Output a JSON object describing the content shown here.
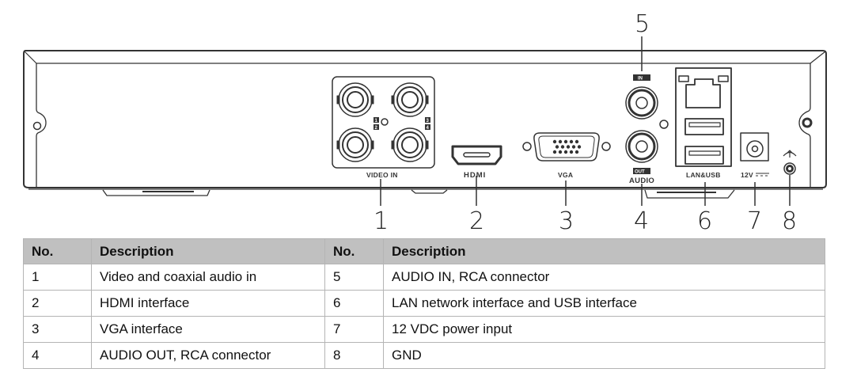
{
  "diagram": {
    "title": "Rear panel",
    "port_labels": {
      "video_in": "VIDEO IN",
      "hdmi": "HDMI",
      "vga": "VGA",
      "audio": "AUDIO",
      "audio_in_tag": "IN",
      "audio_out_tag": "OUT",
      "lan_usb": "LAN&USB",
      "power": "12V",
      "bnc_numbers": [
        "1",
        "2",
        "3",
        "4"
      ]
    },
    "callouts": [
      "1",
      "2",
      "3",
      "4",
      "5",
      "6",
      "7",
      "8"
    ]
  },
  "table": {
    "headers": [
      "No.",
      "Description",
      "No.",
      "Description"
    ],
    "rows": [
      {
        "no_a": "1",
        "desc_a": "Video and coaxial audio in",
        "no_b": "5",
        "desc_b": "AUDIO IN, RCA connector"
      },
      {
        "no_a": "2",
        "desc_a": "HDMI interface",
        "no_b": "6",
        "desc_b": "LAN network interface and USB interface"
      },
      {
        "no_a": "3",
        "desc_a": "VGA interface",
        "no_b": "7",
        "desc_b": "12 VDC power input"
      },
      {
        "no_a": "4",
        "desc_a": "AUDIO OUT, RCA connector",
        "no_b": "8",
        "desc_b": "GND"
      }
    ]
  }
}
